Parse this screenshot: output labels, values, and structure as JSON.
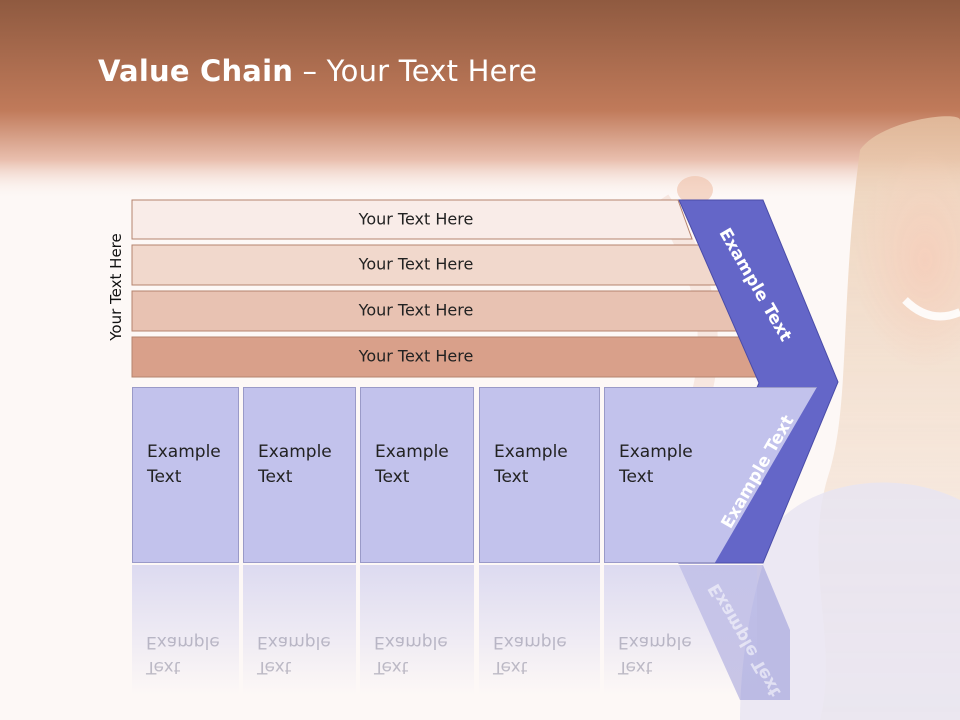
{
  "slide": {
    "title_bold": "Value Chain",
    "title_rest": " – Your Text Here",
    "vertical_label": "Your Text Here",
    "bars": [
      {
        "label": "Your Text Here",
        "color": "#f9ece8"
      },
      {
        "label": "Your Text Here",
        "color": "#f1d8cc"
      },
      {
        "label": "Your Text Here",
        "color": "#e8c2b2"
      },
      {
        "label": "Your Text Here",
        "color": "#d9a08a"
      }
    ],
    "boxes": [
      {
        "line1": "Example",
        "line2": "Text"
      },
      {
        "line1": "Example",
        "line2": "Text"
      },
      {
        "line1": "Example",
        "line2": "Text"
      },
      {
        "line1": "Example",
        "line2": "Text"
      },
      {
        "line1": "Example",
        "line2": "Text"
      }
    ],
    "chevron_top": "Example Text",
    "chevron_bottom": "Example Text",
    "colors": {
      "header": "#c07a5a",
      "chevron": "#6466c8",
      "box": "#c2c2ec"
    }
  }
}
